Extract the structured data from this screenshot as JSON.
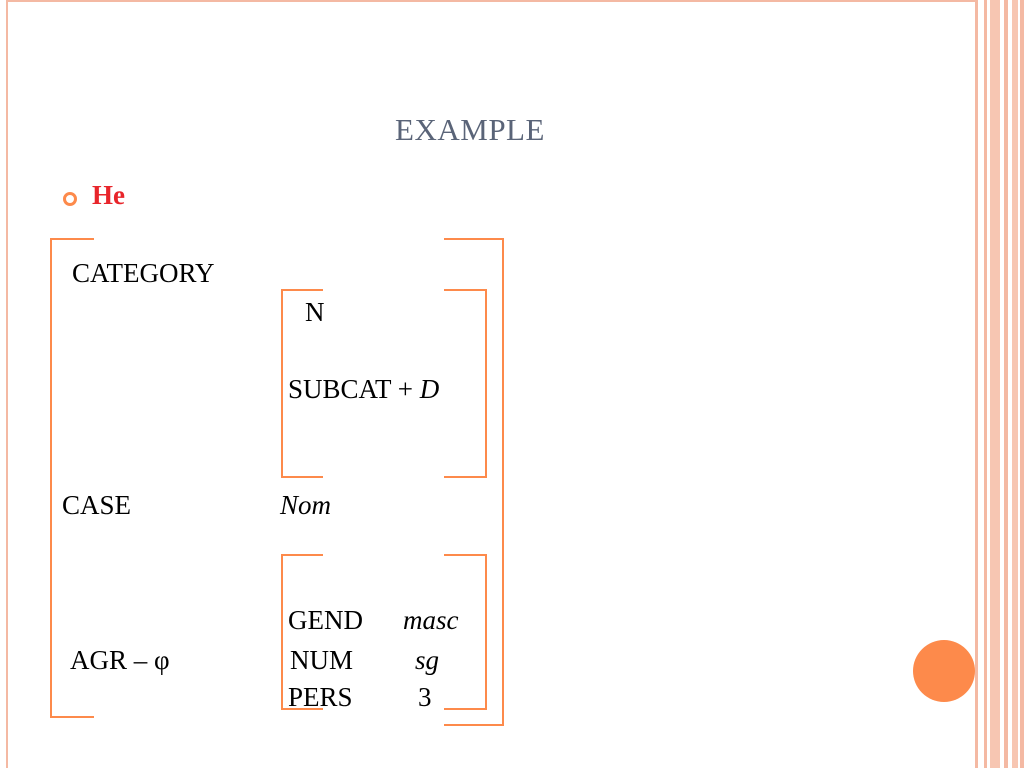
{
  "slide": {
    "title": "EXAMPLE",
    "bullet": "He"
  },
  "matrix": {
    "category_label": "CATEGORY",
    "category_value": "N",
    "subcat_label": "SUBCAT +",
    "subcat_value": "D",
    "case_label": "CASE",
    "case_value": "Nom",
    "agr_label": "AGR – φ",
    "gend_label": "GEND",
    "gend_value": "masc",
    "num_label": "NUM",
    "num_value": "sg",
    "pers_label": "PERS",
    "pers_value": "3"
  },
  "colors": {
    "accent": "#fd8a4b",
    "title": "#5a6478",
    "bullet_text": "#e8252b",
    "border": "#f4b9a3"
  }
}
